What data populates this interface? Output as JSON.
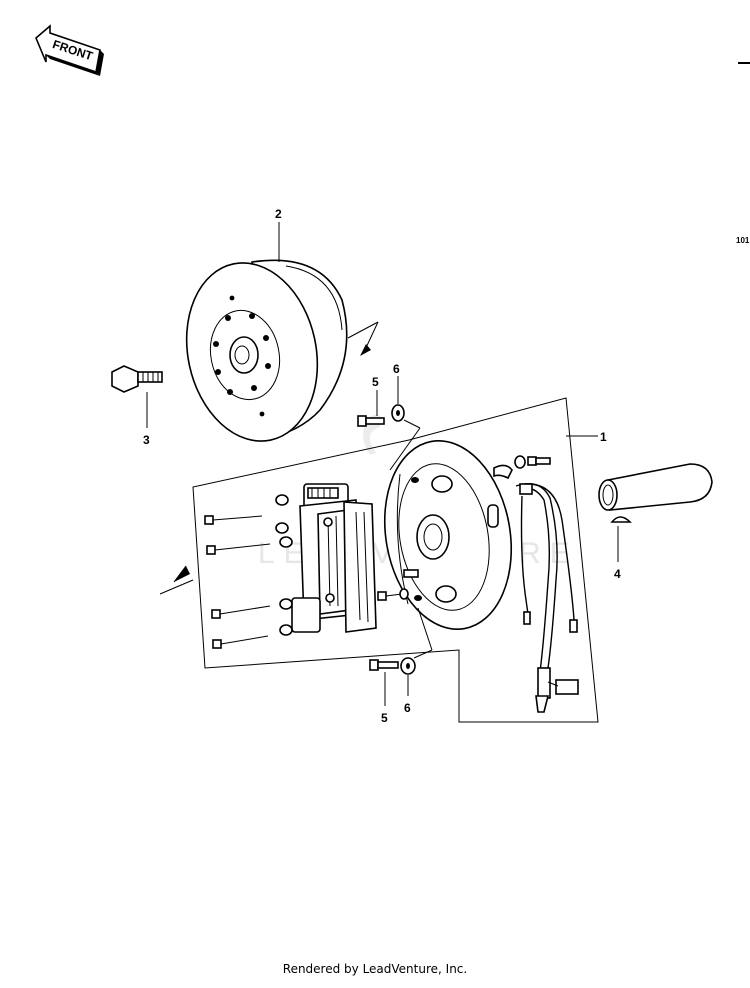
{
  "front_arrow": {
    "label": "FRONT"
  },
  "page_number": "101",
  "watermark": "LEADVENTURE",
  "callouts": {
    "flywheel": "2",
    "flywheel_bolt": "3",
    "stator_assembly": "1",
    "woodruff_key": "4",
    "screw_upper": "5",
    "washer_upper": "6",
    "screw_lower": "5",
    "washer_lower": "6"
  },
  "footer": "Rendered by LeadVenture, Inc."
}
